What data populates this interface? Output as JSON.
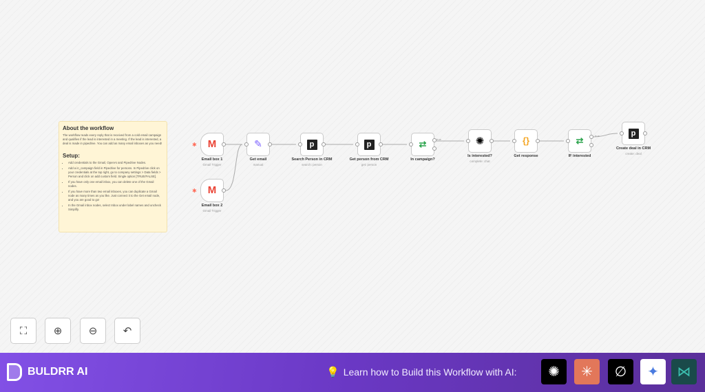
{
  "note": {
    "title": "About the workflow",
    "body": "The workflow reads every reply that is received from a cold email campaign and qualifies if the lead is interested in a meeting. If the lead is interested, a deal is made in pipedrive. You can add as many email inboxes as you need!",
    "setup_title": "Setup:",
    "setup_items": [
      "Add credentials to the Gmail, OpenAI and Pipedrive Nodes.",
      "Add a in_campaign field in Pipedrive for persons. In Pipedrive click on your credentials at the top right, go to company settings > Data fields > Person and click on add custom field. Single option [TRUE/FALSE].",
      "If you have only one email inbox, you can delete one of the Gmail nodes.",
      "If you have more than two email inboxes, you can duplicate a Gmail node as many times as you like. Just connect it to the Get email node, and you are good to go!",
      "In the Gmail inbox nodes, select Inbox under label names and uncheck Simplify."
    ]
  },
  "nodes": [
    {
      "label": "Email box 1",
      "sub": "Gmail Trigger",
      "icon": "gmail-icon"
    },
    {
      "label": "Email box 2",
      "sub": "Gmail Trigger",
      "icon": "gmail-icon"
    },
    {
      "label": "Get email",
      "sub": "manual",
      "icon": "pencil-icon"
    },
    {
      "label": "Search Person in CRM",
      "sub": "search: person",
      "icon": "pipedrive-icon"
    },
    {
      "label": "Get person from CRM",
      "sub": "get: person",
      "icon": "pipedrive-icon"
    },
    {
      "label": "In campaign?",
      "sub": "",
      "icon": "if-icon"
    },
    {
      "label": "Is interested?",
      "sub": "complete: chat",
      "icon": "openai-icon"
    },
    {
      "label": "Get response",
      "sub": "",
      "icon": "code-icon"
    },
    {
      "label": "IF interested",
      "sub": "",
      "icon": "if-icon"
    },
    {
      "label": "Create deal in CRM",
      "sub": "create: deal",
      "icon": "pipedrive-icon"
    }
  ],
  "edge_labels": {
    "true": "true"
  },
  "controls": [
    "fit-view",
    "zoom-in",
    "zoom-out",
    "reset"
  ],
  "footer": {
    "brand": "BULDRR AI",
    "learn": "Learn how to Build this Workflow with AI:",
    "ai_tools": [
      "chatgpt-icon",
      "claude-icon",
      "perplexity-icon",
      "gemini-icon",
      "deepseek-icon"
    ]
  }
}
